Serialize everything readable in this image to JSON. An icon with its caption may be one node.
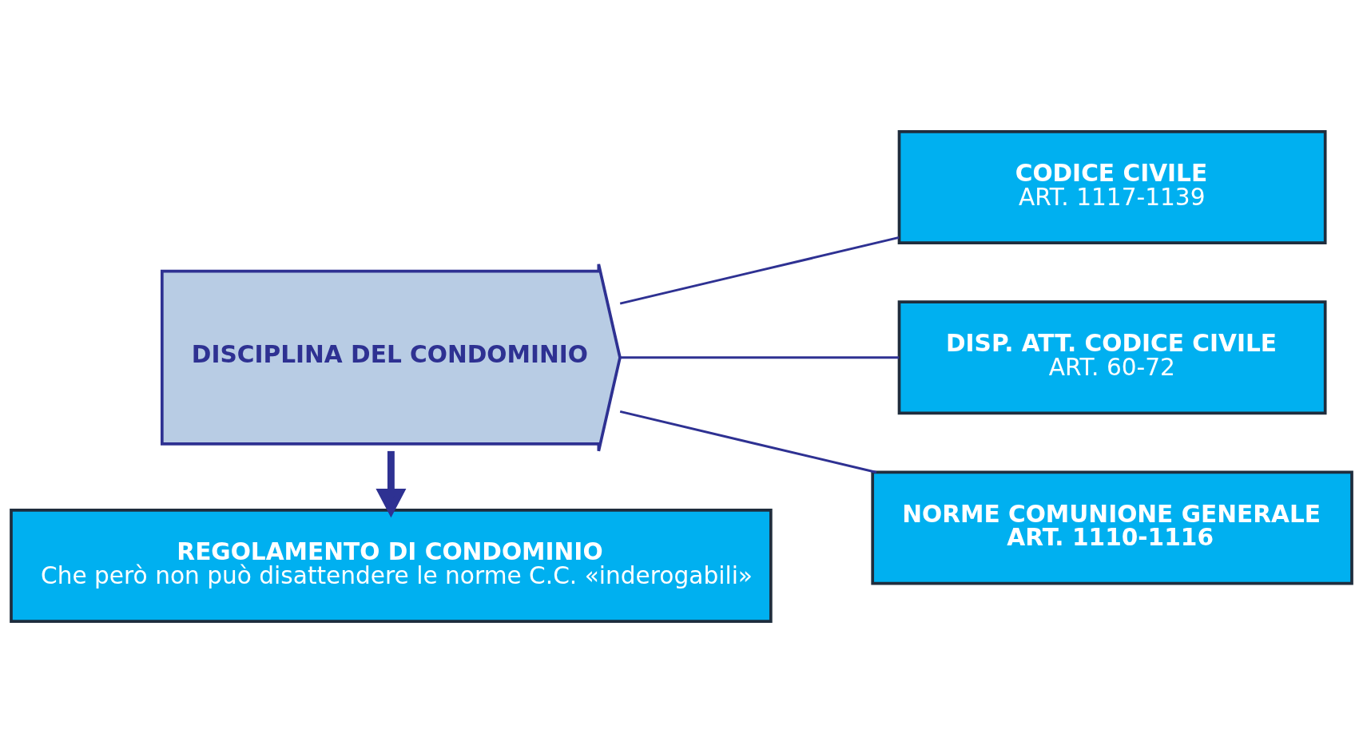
{
  "diagram": {
    "nodes": [
      {
        "text": [
          "DISCIPLINA DEL CONDOMINIO"
        ]
      },
      {
        "text": [
          "CODICE CIVILE",
          "ART. 1117-1139"
        ]
      },
      {
        "text": [
          "DISP. ATT. CODICE CIVILE",
          "ART. 60-72"
        ]
      },
      {
        "text": [
          "NORME COMUNIONE GENERALE",
          "ART. 1110-1116"
        ]
      },
      {
        "text": [
          "REGOLAMENTO DI CONDOMINIO",
          "Che però non può disattendere le norme C.C. «inderogabili»"
        ]
      }
    ],
    "edges": [
      {
        "from": 0,
        "to": 1,
        "arrow": "none"
      },
      {
        "from": 0,
        "to": 2,
        "arrow": "none"
      },
      {
        "from": 0,
        "to": 3,
        "arrow": "none"
      },
      {
        "from": 0,
        "to": 4,
        "arrow": "to",
        "style": "thick"
      }
    ]
  }
}
